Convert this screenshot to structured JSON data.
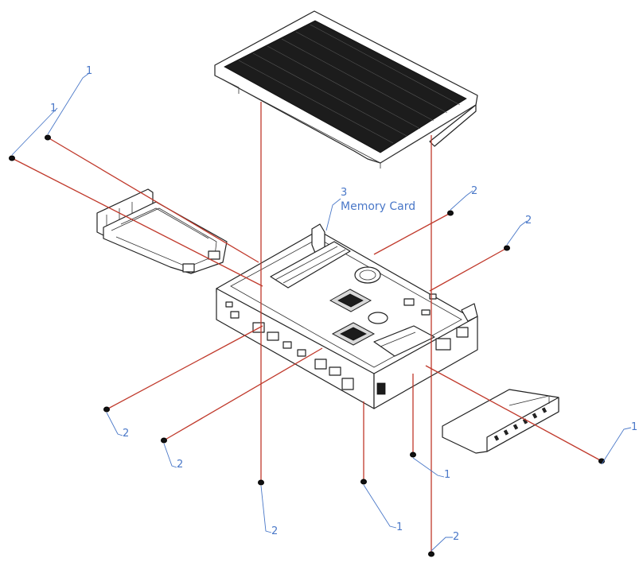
{
  "colors": {
    "assembly_line": "#c0392b",
    "callout_text": "#4a78c8",
    "outline": "#222222",
    "fin": "#1c1c1c"
  },
  "callouts": [
    {
      "id": "c1",
      "text": "1"
    },
    {
      "id": "c2",
      "text": "1"
    },
    {
      "id": "c3",
      "text": "3"
    },
    {
      "id": "c4",
      "text": "2"
    },
    {
      "id": "c5",
      "text": "2"
    },
    {
      "id": "c6",
      "text": "2"
    },
    {
      "id": "c7",
      "text": "2"
    },
    {
      "id": "c8",
      "text": "2"
    },
    {
      "id": "c9",
      "text": "1"
    },
    {
      "id": "c10",
      "text": "1"
    },
    {
      "id": "c11",
      "text": "1"
    },
    {
      "id": "c12",
      "text": "2"
    }
  ],
  "labels": {
    "memory_card": "Memory Card"
  }
}
